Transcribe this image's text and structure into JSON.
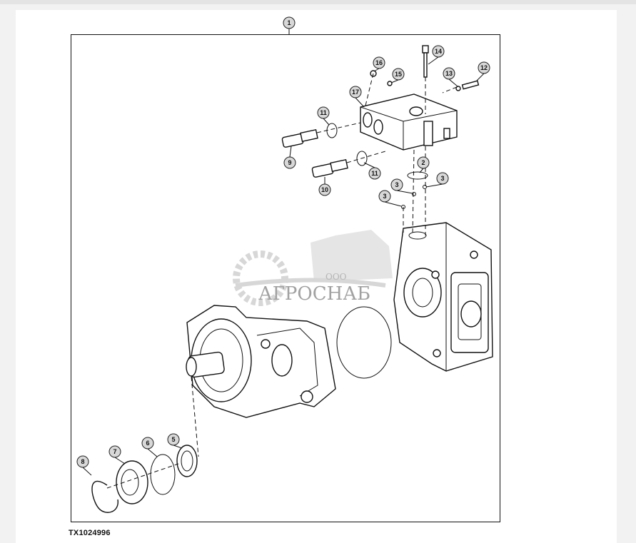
{
  "figure": {
    "code": "TX1024996",
    "assembly_callout": "1"
  },
  "callouts": {
    "c1": "1",
    "c2": "2",
    "c3a": "3",
    "c3b": "3",
    "c3c": "3",
    "c5": "5",
    "c6": "6",
    "c7": "7",
    "c8": "8",
    "c9": "9",
    "c10": "10",
    "c11a": "11",
    "c11b": "11",
    "c12": "12",
    "c13": "13",
    "c14": "14",
    "c15": "15",
    "c16": "16",
    "c17": "17"
  },
  "watermark": {
    "prefix": "ООО",
    "name": "АГРОСНАБ"
  },
  "colors": {
    "line": "#111111",
    "callout_fill": "#d8d8d8",
    "watermark": "#b8b8b8"
  }
}
